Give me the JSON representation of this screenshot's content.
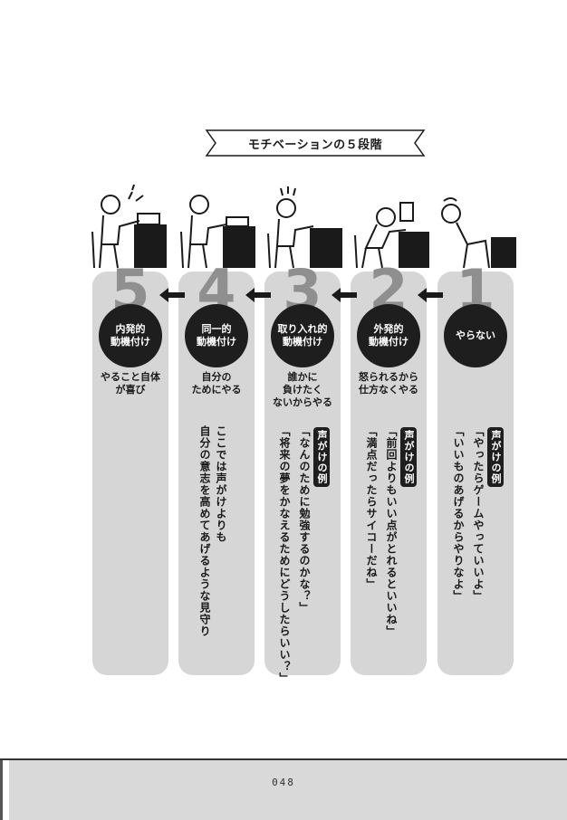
{
  "title": "モチベーションの５段階",
  "stages": [
    {
      "number": "5",
      "label": "内発的\n動機付け",
      "desc": "やること自体\nが喜び",
      "vtexts": [
        "ここでは声がけよりも",
        "自分の意志を高めてあげるような見守り"
      ]
    },
    {
      "number": "4",
      "label": "同一的\n動機付け",
      "desc": "自分の\nためにやる",
      "vtexts": []
    },
    {
      "number": "3",
      "label": "取り入れ的\n動機付け",
      "desc": "誰かに\n負けたく\nないからやる",
      "badge": "声がけの例",
      "vtexts": [
        "「なんのために勉強するのかな？」",
        "「将来の夢をかなえるためにどうしたらいい？」"
      ]
    },
    {
      "number": "2",
      "label": "外発的\n動機付け",
      "desc": "怒られるから\n仕方なくやる",
      "badge": "声がけの例",
      "vtexts": [
        "「前回よりもいい点がとれるといいね」",
        "「満点だったらサイコーだね」"
      ]
    },
    {
      "number": "1",
      "label": "やらない",
      "desc": "",
      "badge": "声がけの例",
      "vtexts": [
        "「やったらゲームやっていいよ」",
        "「いいものあげるからやりなよ」"
      ]
    }
  ],
  "page_number": "048"
}
